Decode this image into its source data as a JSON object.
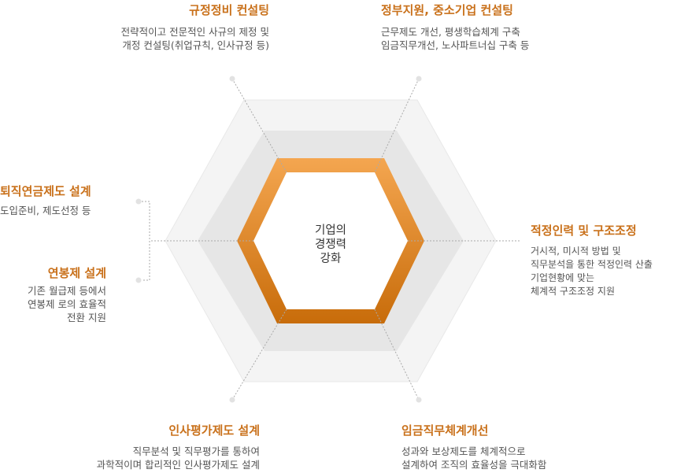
{
  "center": {
    "lines": [
      "기업의",
      "경쟁력",
      "강화"
    ]
  },
  "items": {
    "top_left": {
      "title": "규정정비 컨설팅",
      "desc": [
        "전략적이고 전문적인 사규의 제정 및",
        "개정 컨설팅(취업규칙, 인사규정 등)"
      ]
    },
    "top_right": {
      "title": "정부지원, 중소기업 컨설팅",
      "desc": [
        "근무제도 개선, 평생학습체계 구축",
        "임금직무개선, 노사파트너십 구축 등"
      ]
    },
    "left_upper": {
      "title": "퇴직연금제도 설계",
      "desc": [
        "도입준비, 제도선정 등"
      ]
    },
    "left_lower": {
      "title": "연봉제 설계",
      "desc": [
        "기존 월급제 등에서",
        "연봉제 로의 효율적",
        "전환 지원"
      ]
    },
    "right": {
      "title": "적정인력 및 구조조정",
      "desc": [
        "거시적, 미시적 방법 및",
        "직무분석을 통한 적정인력 산출",
        "기업현황에 맞는",
        "체계적 구조조정 지원"
      ]
    },
    "bottom_left": {
      "title": "인사평가제도 설계",
      "desc": [
        "직무분석 및 직무평가를 통하여",
        "과학적이며 합리적인 인사평가제도 설계"
      ]
    },
    "bottom_right": {
      "title": "임금직무체계개선",
      "desc": [
        "성과와 보상제도를 체계적으로",
        "설계하여 조직의 효율성을 극대화함"
      ]
    }
  },
  "colors": {
    "accent": "#c9711b",
    "hex_outer": "#f4f4f4",
    "hex_mid": "#e6e6e6",
    "hex_inner": "#ffffff",
    "ring_top": "#f4a650",
    "ring_bottom": "#c86c0a",
    "connector": "#aaaaaa"
  }
}
